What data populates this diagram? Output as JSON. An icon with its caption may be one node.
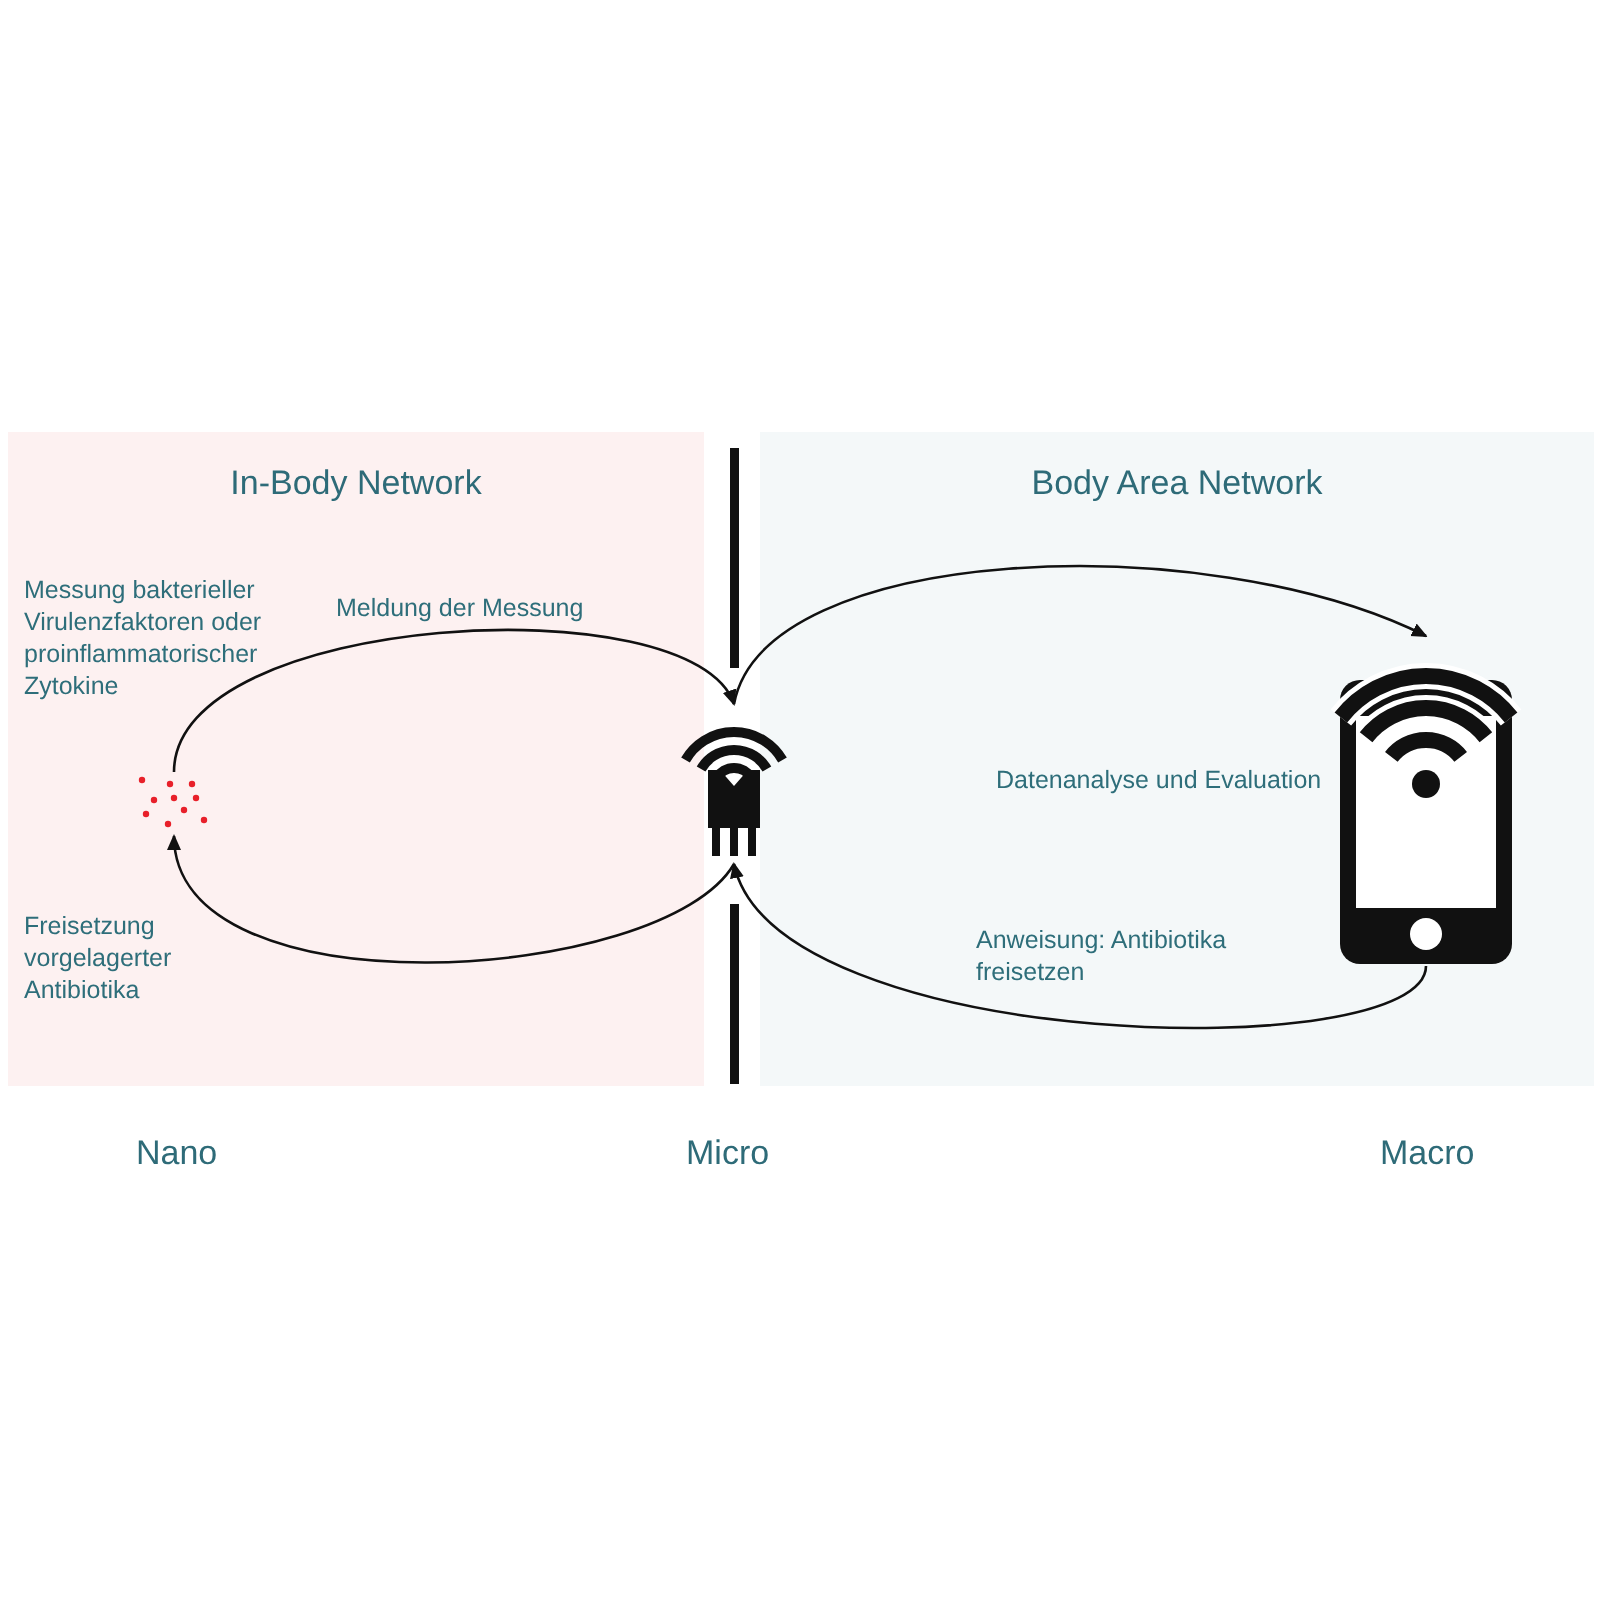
{
  "diagram": {
    "nodes": [
      {
        "text": [
          "In-Body Network"
        ]
      },
      {
        "text": [
          "Body Area Network"
        ]
      },
      {
        "text": [],
        "shape": "picture",
        "in": 0
      },
      {
        "text": [],
        "shape": "picture"
      },
      {
        "text": [],
        "shape": "picture",
        "in": 1
      }
    ],
    "edges": [
      {
        "from": 2,
        "to": 3,
        "arrow": "to",
        "label": "Meldung der Messung"
      },
      {
        "from": 3,
        "to": 4,
        "arrow": "to"
      },
      {
        "from": 4,
        "to": 3,
        "arrow": "to",
        "label": "Anweisung: Antibiotika freisetzen"
      },
      {
        "from": 3,
        "to": 2,
        "arrow": "to"
      }
    ],
    "labels": [
      "Messung bakterieller Virulenzfaktoren oder proinflammatorischer Zytokine",
      "Datenanalyse und Evaluation",
      "Freisetzung vorgelagerter Antibiotika",
      "Nano",
      "Micro",
      "Macro"
    ]
  }
}
